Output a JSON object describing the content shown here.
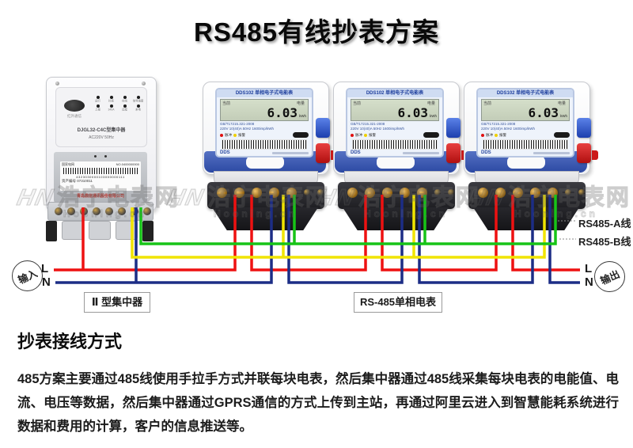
{
  "title": "RS485有线抄表方案",
  "concentrator": {
    "caption": "Ⅱ 型集中器",
    "ir_label": "红外通信",
    "leds_row1": [
      "运行",
      "抄表",
      "在线",
      "信号强度"
    ],
    "leds_row2": [
      "上报",
      "345A",
      "远程",
      "来电"
    ],
    "model": "DJGL32-C4C型集中器",
    "power": "AC220V 50Hz",
    "grid": "国家电网",
    "serial": "NO.0400000000",
    "barcode_digits": "4323030000103000000111",
    "asset": "资产编号 07310011",
    "company": "青岛鼎信通讯股份有限公司"
  },
  "meter": {
    "caption": "RS-485单相电表",
    "header": "DDS102 单相电子式电能表",
    "lcd": {
      "label_left": "当前",
      "label_right": "电量",
      "value": "6.03",
      "unit": "kWh"
    },
    "spec1": "GB/T17215.321-2008",
    "spec2": "220V 10(40)A 50Hz 1600imp/kWh",
    "led_pulse": "脉冲",
    "led_alarm": "报警",
    "logo": "DDS"
  },
  "wiring": {
    "input": "输入",
    "output": "输出",
    "l": "L",
    "n": "N",
    "rs485_a": "RS485-A线",
    "rs485_b": "RS485-B线",
    "colors": {
      "live": "#ee1111",
      "neutral": "#1c2d86",
      "a_line": "#f0e400",
      "b_line": "#17c417",
      "leader": "#888888"
    }
  },
  "watermark": {
    "logo": "HN",
    "brand": "浩宁电表网",
    "domain": "Hooning.cn"
  },
  "article": {
    "heading": "抄表接线方式",
    "body": "485方案主要通过485线使用手拉手方式并联每块电表，然后集中器通过485线采集每块电表的电能值、电流、电压等数据，然后集中器通过GPRS通信的方式上传到主站，再通过阿里云进入到智慧能耗系统进行数据和费用的计算，客户的信息推送等。"
  }
}
